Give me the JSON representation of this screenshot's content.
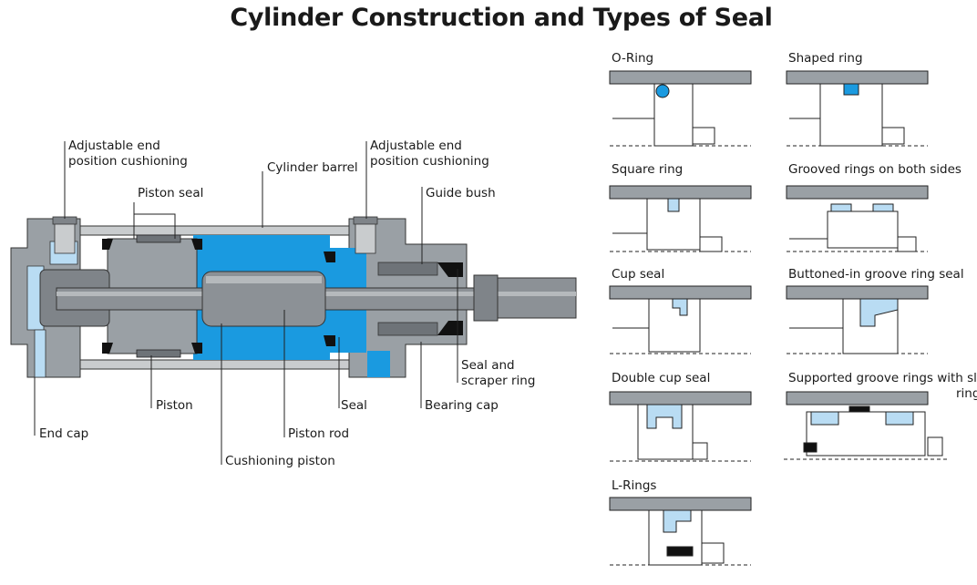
{
  "title": "Cylinder Construction and Types of Seal",
  "colors": {
    "fluid": "#1a9ae0",
    "light_blue": "#b9dcf3",
    "body_grey": "#9aa0a5",
    "dark_grey": "#6e7378",
    "rod_grey": "#8c9196"
  },
  "labels": {
    "adj_left": [
      "Adjustable end",
      "position cushioning"
    ],
    "adj_right": [
      "Adjustable end",
      "position cushioning"
    ],
    "cylinder_barrel": "Cylinder barrel",
    "piston_seal": "Piston seal",
    "guide_bush": "Guide bush",
    "seal_scraper": [
      "Seal and",
      "scraper ring"
    ],
    "piston": "Piston",
    "seal": "Seal",
    "bearing_cap": "Bearing cap",
    "end_cap": "End cap",
    "piston_rod": "Piston rod",
    "cushioning_piston": "Cushioning piston"
  },
  "seals": {
    "o_ring": "O-Ring",
    "shaped_ring": "Shaped ring",
    "square_ring": "Square ring",
    "grooved_both": "Grooved rings on both sides",
    "cup_seal": "Cup seal",
    "buttoned_in": "Buttoned-in groove ring seal",
    "double_cup": "Double cup seal",
    "supported": [
      "Supported groove rings with slid",
      "ring"
    ],
    "l_rings": "L-Rings"
  }
}
